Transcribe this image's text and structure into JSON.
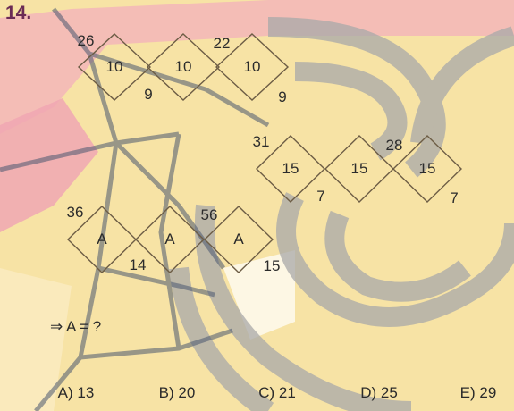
{
  "question": {
    "number": "14.",
    "prompt": "⇒ A = ?"
  },
  "figures": [
    {
      "squares": [
        "10",
        "10",
        "10"
      ],
      "top_numbers": [
        "26",
        "22"
      ],
      "bottom_numbers": [
        "9",
        "9"
      ]
    },
    {
      "squares": [
        "15",
        "15",
        "15"
      ],
      "top_numbers": [
        "31",
        "28"
      ],
      "bottom_numbers": [
        "7",
        "7"
      ]
    },
    {
      "squares": [
        "A",
        "A",
        "A"
      ],
      "top_numbers": [
        "36",
        "56"
      ],
      "bottom_numbers": [
        "14",
        "15"
      ]
    }
  ],
  "options": [
    {
      "letter": "A)",
      "value": "13"
    },
    {
      "letter": "B)",
      "value": "20"
    },
    {
      "letter": "C)",
      "value": "21"
    },
    {
      "letter": "D)",
      "value": "25"
    },
    {
      "letter": "E)",
      "value": "29"
    }
  ],
  "colors": {
    "background": "#f7e3a5",
    "watermark": "#a9a9a9",
    "pink": "#f0a7b3",
    "figure_line": "#6d5d45",
    "question_number": "#6b2b55",
    "text": "#2b2b2b"
  }
}
